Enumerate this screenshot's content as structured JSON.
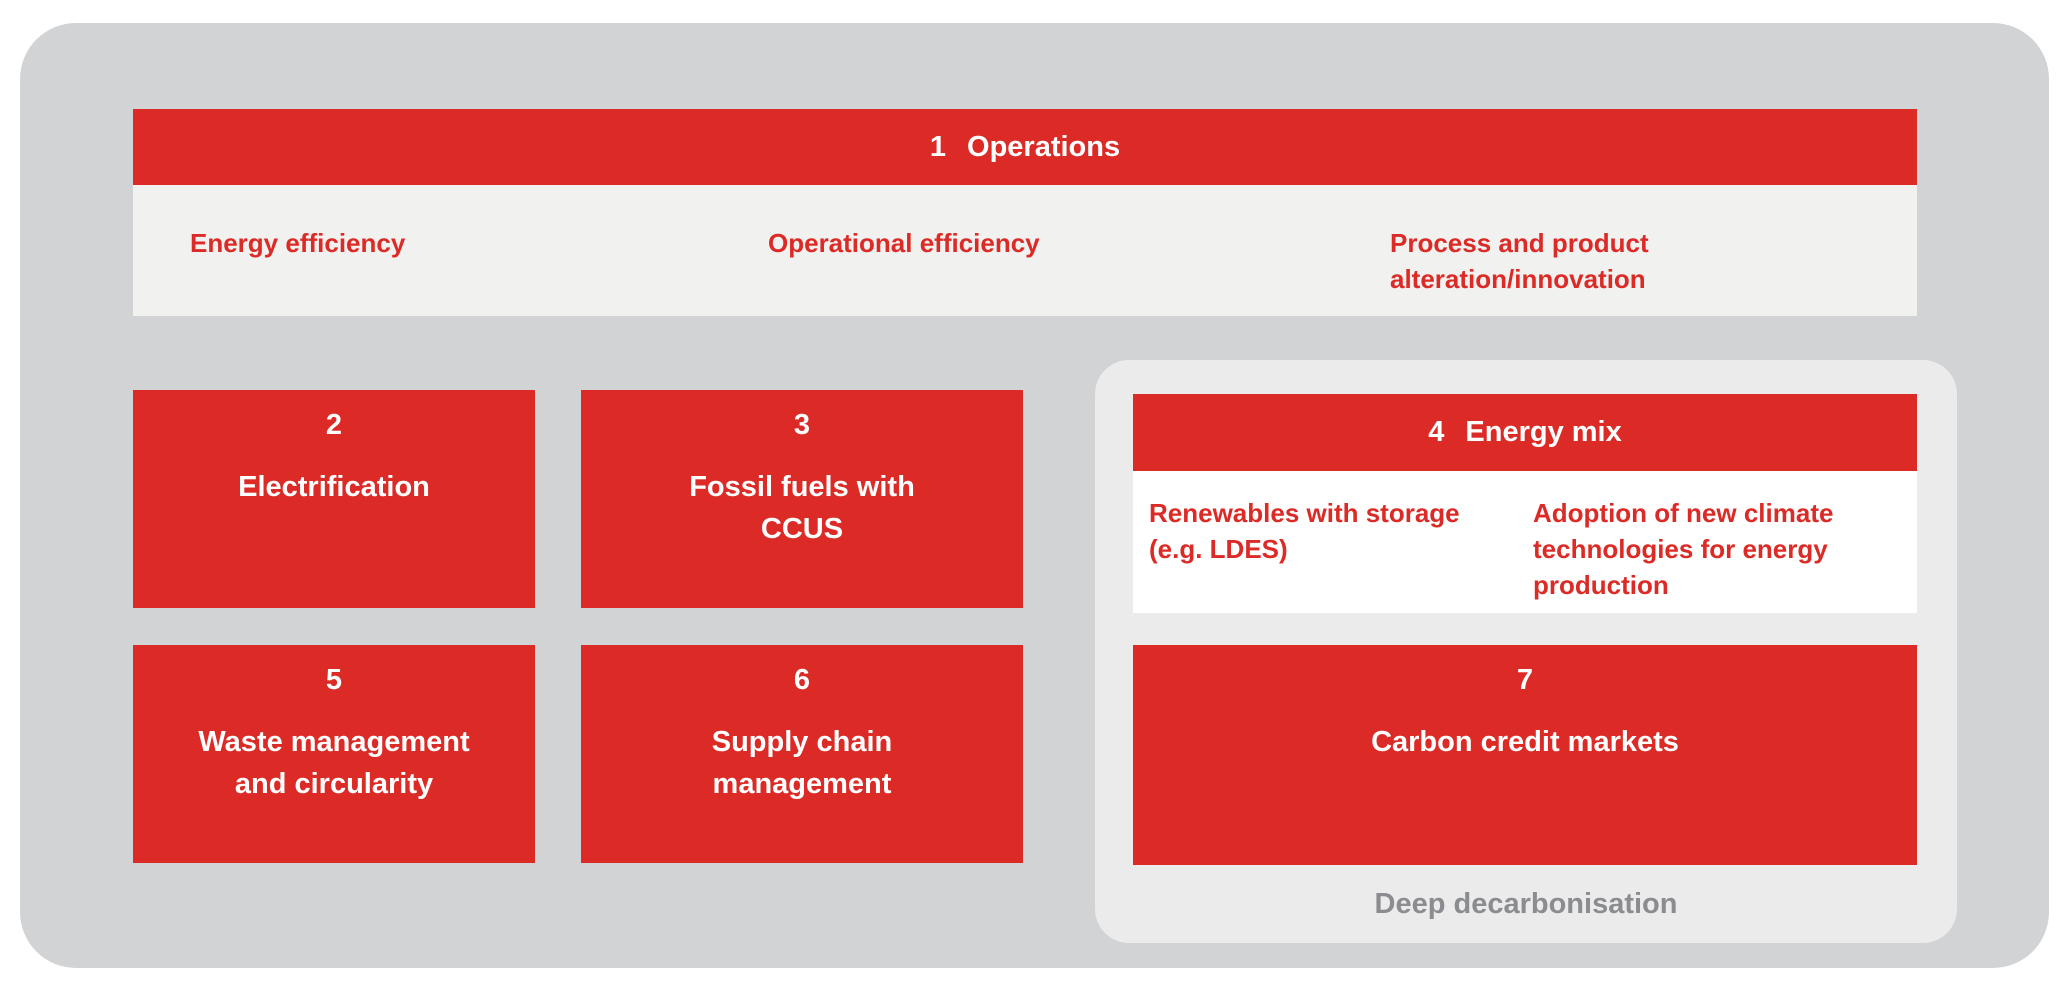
{
  "colors": {
    "red": "#dc2b26",
    "outer_bg": "#d2d3d4",
    "band_bg": "#f1f1f0",
    "inner_bg": "#ebebec",
    "white": "#ffffff",
    "muted_text": "#8b8c90"
  },
  "sections": {
    "operations": {
      "number": "1",
      "title": "Operations",
      "levers": [
        {
          "label": "Energy efficiency"
        },
        {
          "label": "Operational efficiency"
        },
        {
          "label": [
            "Process and product",
            "alteration/innovation"
          ]
        }
      ]
    },
    "electrification": {
      "number": "2",
      "title": "Electrification"
    },
    "fossil_fuels_ccus": {
      "number": "3",
      "title": [
        "Fossil fuels with",
        "CCUS"
      ]
    },
    "energy_mix": {
      "number": "4",
      "title": "Energy mix",
      "levers": [
        {
          "label": [
            "Renewables with storage",
            "(e.g. LDES)"
          ]
        },
        {
          "label": [
            "Adoption of new climate",
            "technologies for energy",
            "production"
          ]
        }
      ]
    },
    "waste_management": {
      "number": "5",
      "title": [
        "Waste management",
        "and circularity"
      ]
    },
    "supply_chain": {
      "number": "6",
      "title": [
        "Supply chain",
        "management"
      ]
    },
    "carbon_credit_markets": {
      "number": "7",
      "title": "Carbon credit markets"
    },
    "deep_decarbonisation_label": "Deep decarbonisation"
  }
}
